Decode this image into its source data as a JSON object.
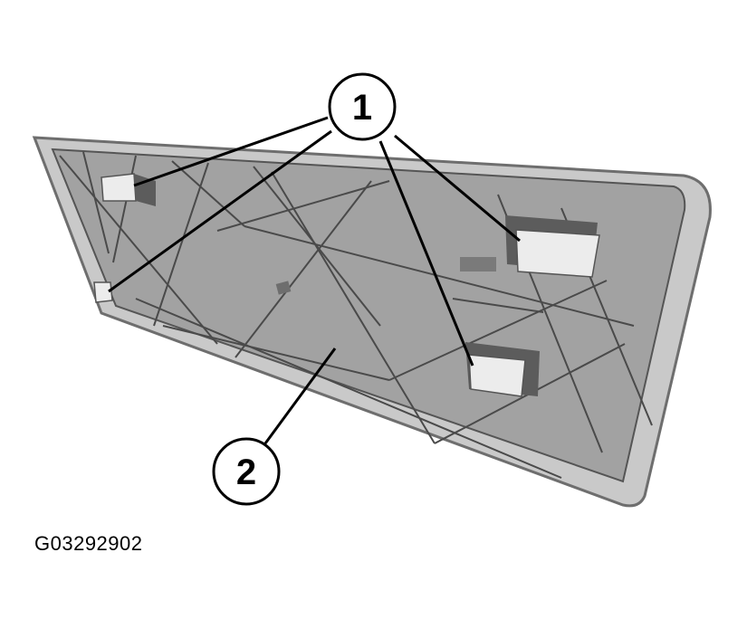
{
  "figure": {
    "id_label": "G03292902"
  },
  "callouts": [
    {
      "label": "1"
    },
    {
      "label": "2"
    }
  ],
  "colors": {
    "panel_face": "#a2a2a2",
    "panel_rim": "#c9c9c9",
    "panel_edge": "#6e6e6e",
    "rib_line": "#4a4a4a",
    "clip_light": "#ececec",
    "clip_shadow": "#5c5c5c",
    "leader": "#000000"
  },
  "icons": {
    "panel": "trim-panel-outline",
    "clip": "retaining-clip-icon"
  }
}
